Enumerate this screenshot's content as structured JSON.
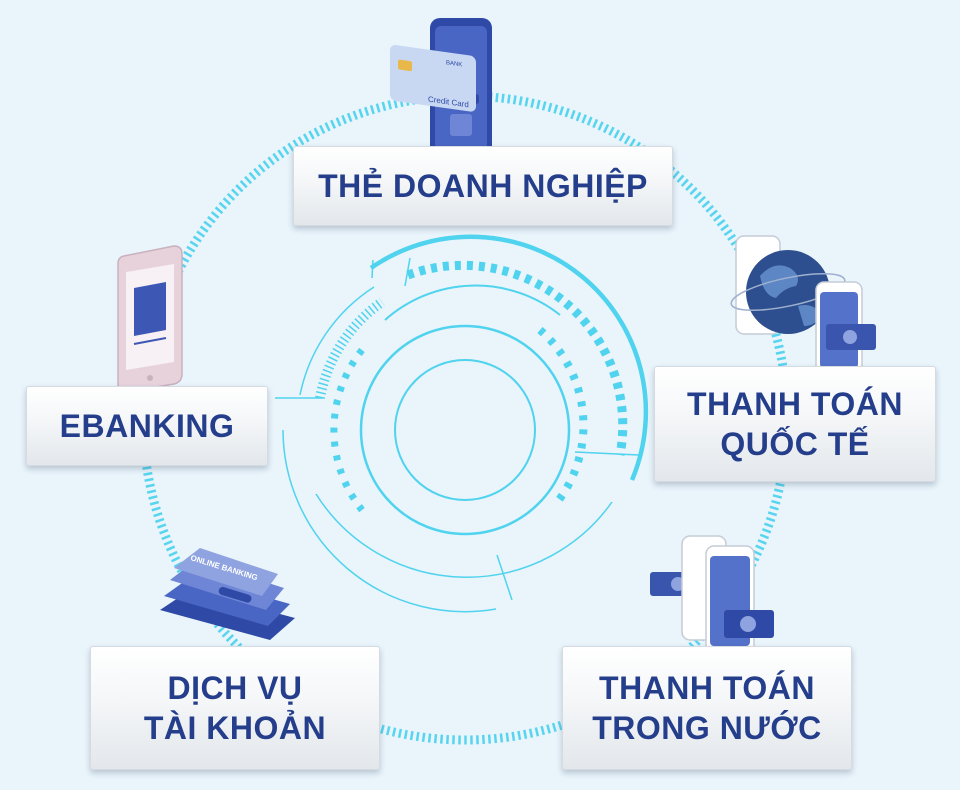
{
  "nodes": {
    "the_doanh_nghiep": {
      "lines": [
        "THẺ DOANH NGHIỆP"
      ]
    },
    "thanh_toan_quoc_te": {
      "lines": [
        "THANH TOÁN",
        "QUỐC TẾ"
      ]
    },
    "thanh_toan_trong_nuoc": {
      "lines": [
        "THANH TOÁN",
        "TRONG NƯỚC"
      ]
    },
    "dich_vu_tai_khoan": {
      "lines": [
        "DỊCH VỤ",
        "TÀI KHOẢN"
      ]
    },
    "ebanking": {
      "lines": [
        "EBANKING"
      ]
    }
  },
  "illustrations": {
    "credit_card": {
      "icon": "credit-card-phone-icon",
      "card_title": "Credit Card",
      "card_bank": "BANK"
    },
    "globe": {
      "icon": "globe-phone-icon"
    },
    "phone_money": {
      "icon": "phone-money-icon"
    },
    "online_banking": {
      "icon": "online-banking-tablet-icon",
      "screen_title": "ONLINE BANKING"
    },
    "mobile": {
      "icon": "mobile-phone-icon"
    }
  },
  "colors": {
    "background": "#e9f4fb",
    "ring": "#4fd3ee",
    "label_text": "#243e8c",
    "device_blue": "#3d57b4"
  }
}
